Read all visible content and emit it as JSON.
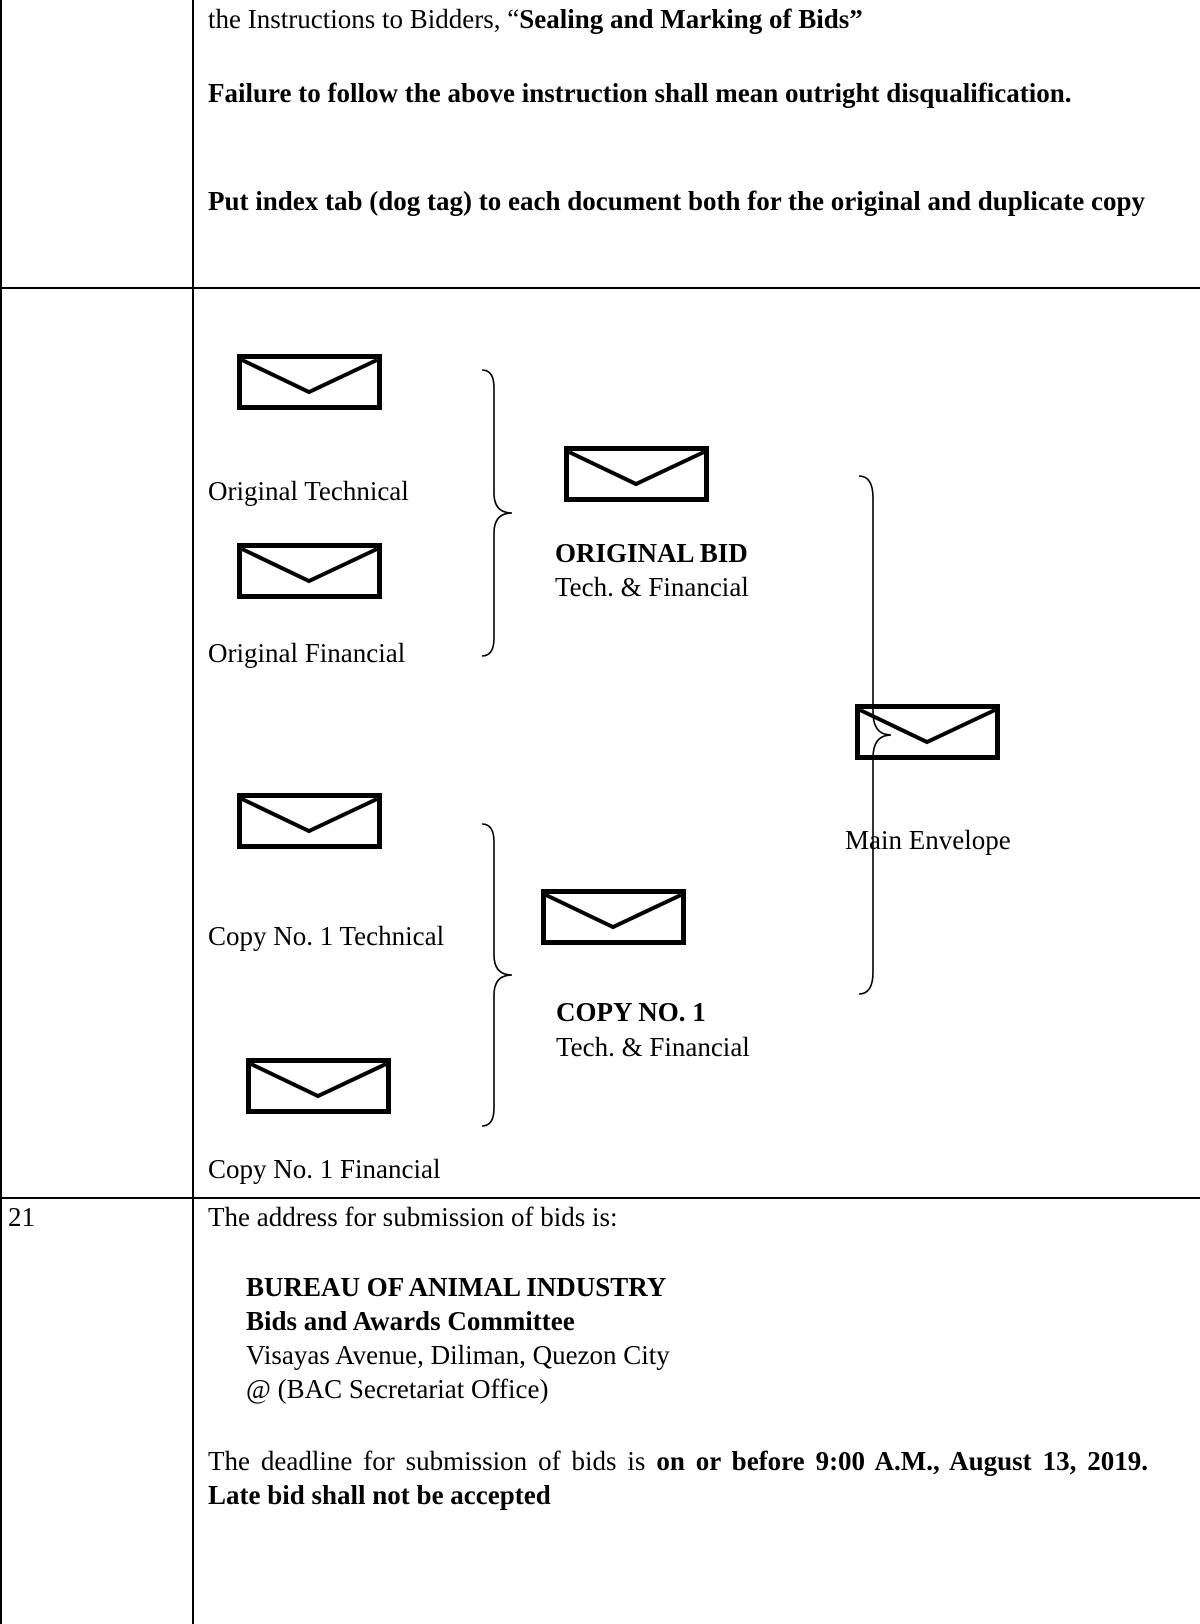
{
  "row1": {
    "line1_prefix": "the Instructions to Bidders, “",
    "line1_bold": "Sealing and Marking of Bids”",
    "failure_text": "Failure to follow the above instruction shall mean outright disqualification.",
    "index_tab_text": "Put index tab (dog tag) to each document both for the original and duplicate copy"
  },
  "diagram": {
    "original_technical": "Original Technical",
    "original_financial": "Original Financial",
    "original_bid_title": "ORIGINAL BID",
    "original_bid_sub": "Tech. & Financial",
    "copy_technical": "Copy No. 1 Technical",
    "copy_financial": "Copy No. 1 Financial",
    "copy_bid_title": "COPY NO. 1",
    "copy_bid_sub": "Tech. & Financial",
    "main_envelope": "Main Envelope",
    "icons": [
      "envelope-icon",
      "brace-icon"
    ]
  },
  "row3": {
    "number": "21",
    "address_intro": "The address for submission of bids is:",
    "org_name": "BUREAU OF ANIMAL INDUSTRY",
    "committee": "Bids and Awards Committee",
    "street": "Visayas Avenue, Diliman, Quezon City",
    "office": "@ (BAC Secretariat Office)",
    "deadline_prefix": "The deadline for submission of bids is ",
    "deadline_bold": "on or before 9:00 A.M., August 13, 2019. Late bid shall not be accepted"
  }
}
